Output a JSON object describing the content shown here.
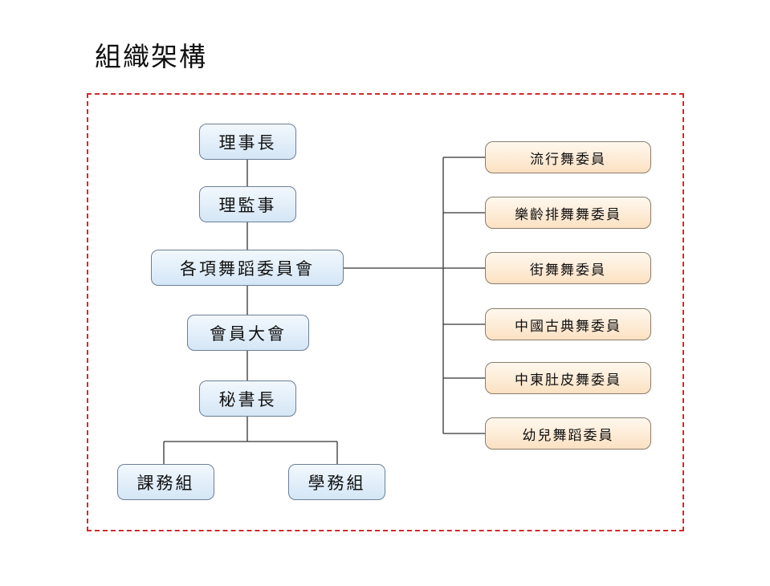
{
  "title": "組織架構",
  "main_chain": [
    "理事長",
    "理監事",
    "各項舞蹈委員會",
    "會員大會",
    "秘書長"
  ],
  "sub_groups": [
    "課務組",
    "學務組"
  ],
  "committees": [
    "流行舞委員",
    "樂齡排舞舞委員",
    "街舞舞委員",
    "中國古典舞委員",
    "中東肚皮舞委員",
    "幼兒舞蹈委員"
  ],
  "colors": {
    "frame_border": "#d42a2a",
    "blue_box_fill": "#d4e6f6",
    "orange_box_fill": "#fbe1c2",
    "connector": "#333333"
  }
}
